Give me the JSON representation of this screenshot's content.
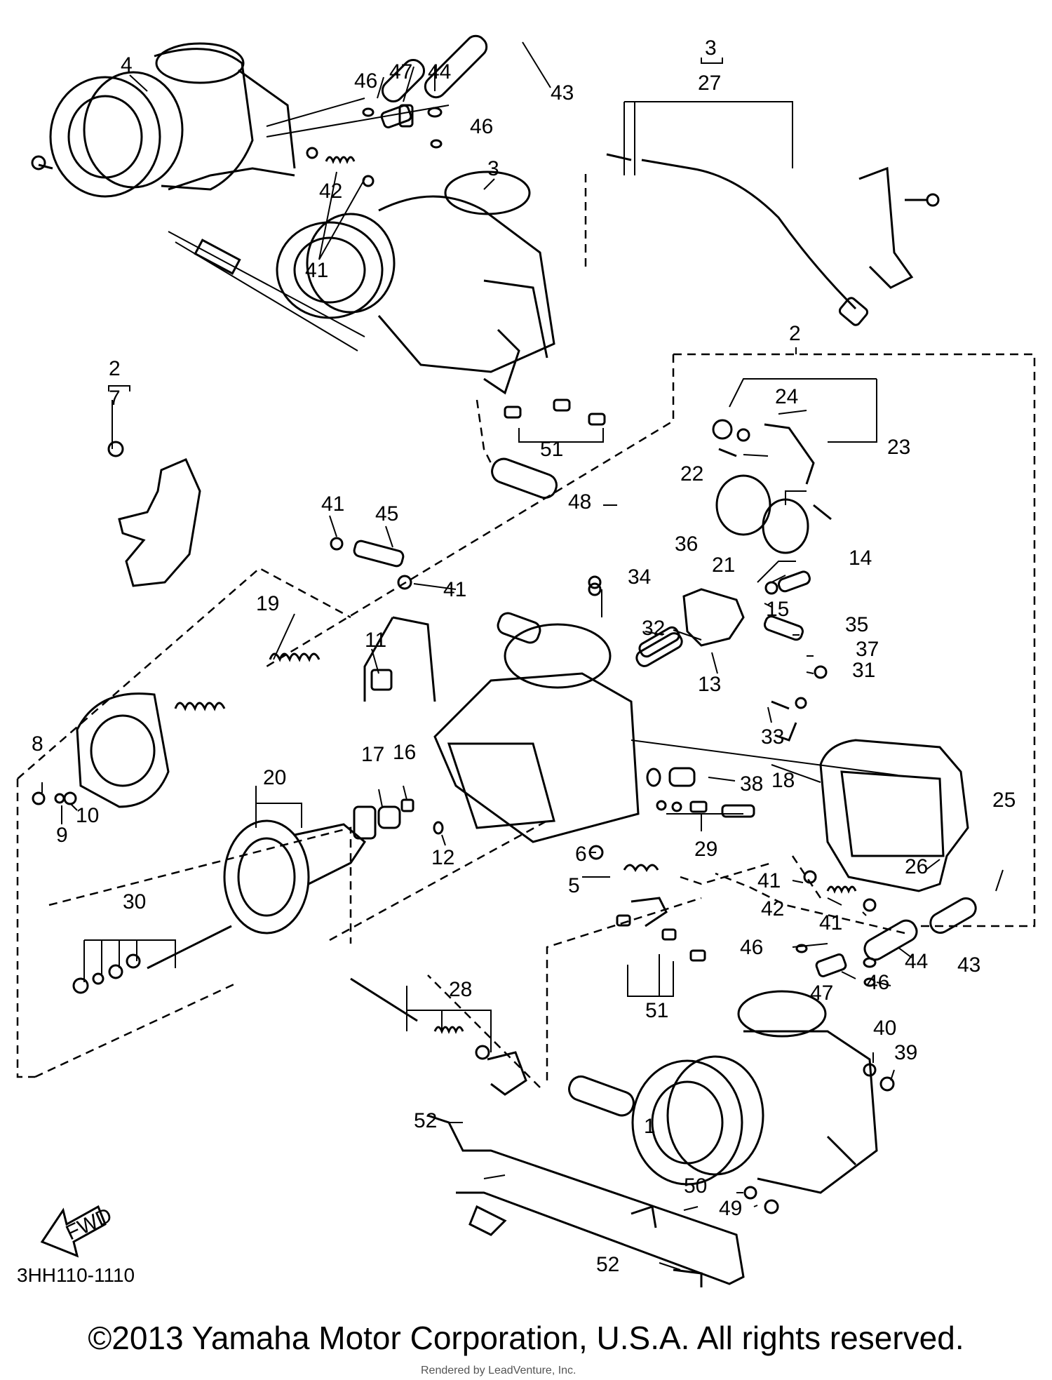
{
  "diagram": {
    "code": "3HH110-1110",
    "copyright": "©2013 Yamaha Motor Corporation, U.S.A. All rights reserved.",
    "rendered_by": "Rendered by LeadVenture, Inc.",
    "fwd_label": "FWD",
    "callouts": {
      "c1": "1",
      "c2a": "2",
      "c2b": "2",
      "c3a": "3",
      "c3b": "3",
      "c4": "4",
      "c5": "5",
      "c6": "6",
      "c7": "7",
      "c8": "8",
      "c9": "9",
      "c10": "10",
      "c11": "11",
      "c12": "12",
      "c13": "13",
      "c14": "14",
      "c15": "15",
      "c16": "16",
      "c17": "17",
      "c18": "18",
      "c19": "19",
      "c20": "20",
      "c21": "21",
      "c22": "22",
      "c23": "23",
      "c24": "24",
      "c25": "25",
      "c26": "26",
      "c27": "27",
      "c28": "28",
      "c29": "29",
      "c30": "30",
      "c31": "31",
      "c32": "32",
      "c33": "33",
      "c34": "34",
      "c35": "35",
      "c36": "36",
      "c37": "37",
      "c38": "38",
      "c39": "39",
      "c40": "40",
      "c41a": "41",
      "c41b": "41",
      "c41c": "41",
      "c41d": "41",
      "c41e": "41",
      "c42a": "42",
      "c42b": "42",
      "c43a": "43",
      "c43b": "43",
      "c44a": "44",
      "c44b": "44",
      "c45": "45",
      "c46a": "46",
      "c46b": "46",
      "c46c": "46",
      "c46d": "46",
      "c47a": "47",
      "c47b": "47",
      "c48": "48",
      "c49": "49",
      "c50": "50",
      "c51a": "51",
      "c51b": "51",
      "c52a": "52",
      "c52b": "52"
    }
  }
}
